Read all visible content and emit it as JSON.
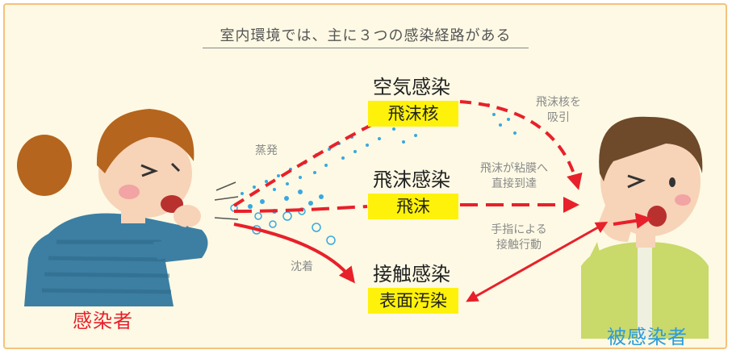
{
  "title": "室内環境では、主に３つの感染経路がある",
  "routes": {
    "airborne": {
      "heading": "空気感染",
      "box": "飛沫核"
    },
    "droplet": {
      "heading": "飛沫感染",
      "box": "飛沫"
    },
    "contact": {
      "heading": "接触感染",
      "box": "表面汚染"
    }
  },
  "annotations": {
    "evaporation": "蒸発",
    "nuclei_inhale_line1": "飛沫核を",
    "nuclei_inhale_line2": "吸引",
    "droplet_direct_line1": "飛沫が粘膜へ",
    "droplet_direct_line2": "直接到達",
    "hand_contact_line1": "手指による",
    "hand_contact_line2": "接触行動",
    "deposition": "沈着"
  },
  "people": {
    "infector": "感染者",
    "infected": "被感染者"
  },
  "colors": {
    "arrow": "#e8202a",
    "highlight": "#fff20a",
    "infector_label": "#e8202a",
    "infected_label": "#2a9be0",
    "droplets": "#39a8e0",
    "border": "#f4c27c",
    "background": "#fdf9e4"
  }
}
